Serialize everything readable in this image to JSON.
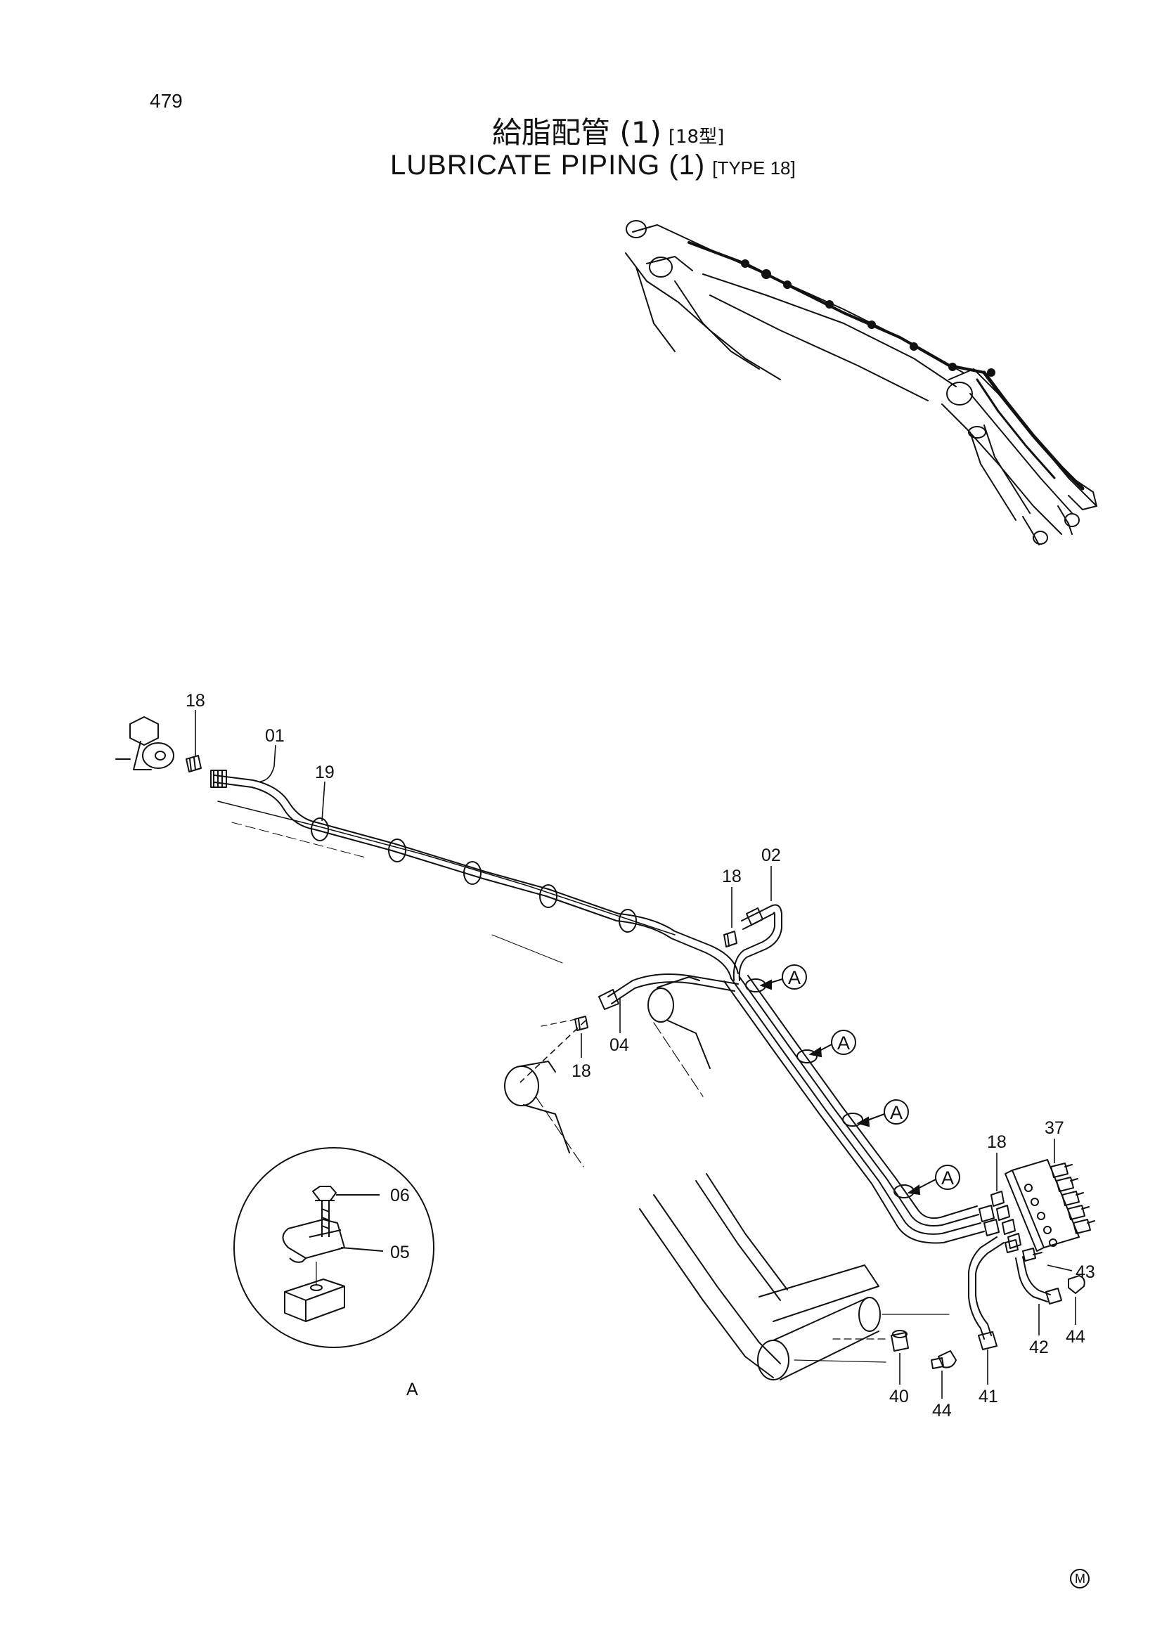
{
  "page_number": "479",
  "title": {
    "jp": "給脂配管 (1)",
    "jp_tag": "[18型]",
    "en": "LUBRICATE PIPING (1)",
    "en_tag": "[TYPE 18]"
  },
  "callouts": {
    "c18a": "18",
    "c01": "01",
    "c19": "19",
    "c18b": "18",
    "c02": "02",
    "c04": "04",
    "c18c": "18",
    "c18d": "18",
    "c37": "37",
    "c06": "06",
    "c05": "05",
    "c43": "43",
    "c44a": "44",
    "c42": "42",
    "c40": "40",
    "c44b": "44",
    "c41": "41"
  },
  "detail_marker": "A",
  "detail_label": "A",
  "corner_mark": "M"
}
